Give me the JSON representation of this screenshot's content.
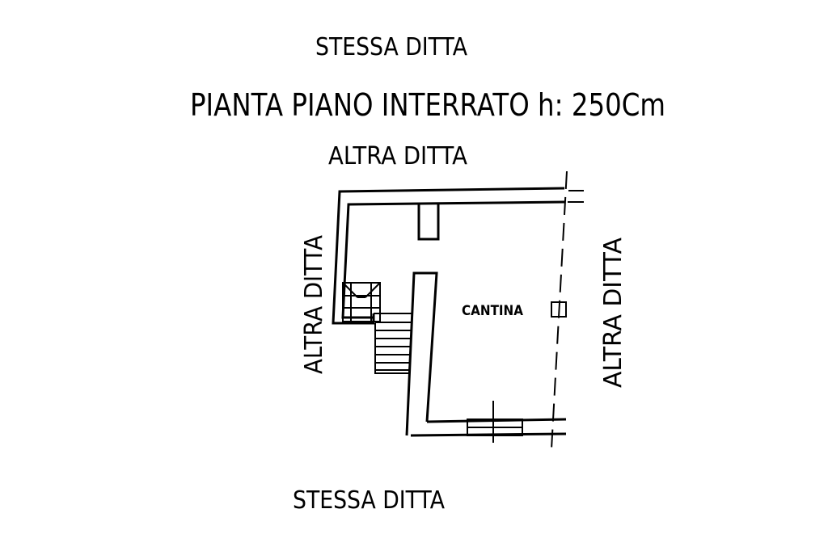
{
  "plan": {
    "top_label": "STESSA DITTA",
    "title": "PIANTA PIANO INTERRATO h: 250Cm",
    "north_label": "ALTRA DITTA",
    "west_label": "ALTRA DITTA",
    "east_label": "ALTRA DITTA",
    "south_label": "STESSA DITTA",
    "room_label": "CANTINA"
  },
  "colors": {
    "ink": "#000000",
    "background": "#ffffff"
  }
}
